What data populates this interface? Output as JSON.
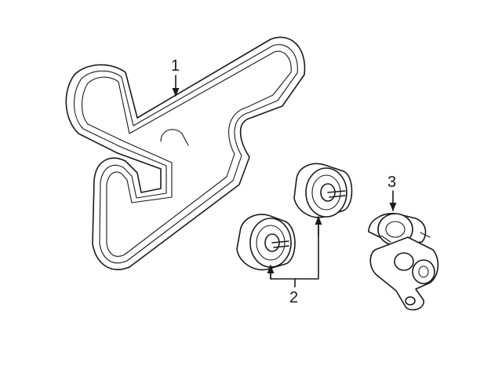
{
  "callouts": [
    {
      "id": "1",
      "label": "1"
    },
    {
      "id": "2",
      "label": "2"
    },
    {
      "id": "3",
      "label": "3"
    }
  ],
  "colors": {
    "line": "#1a1a1a",
    "background": "#ffffff"
  },
  "parts": [
    "serpentine-belt",
    "idler-pulley",
    "idler-pulley",
    "belt-tensioner"
  ]
}
